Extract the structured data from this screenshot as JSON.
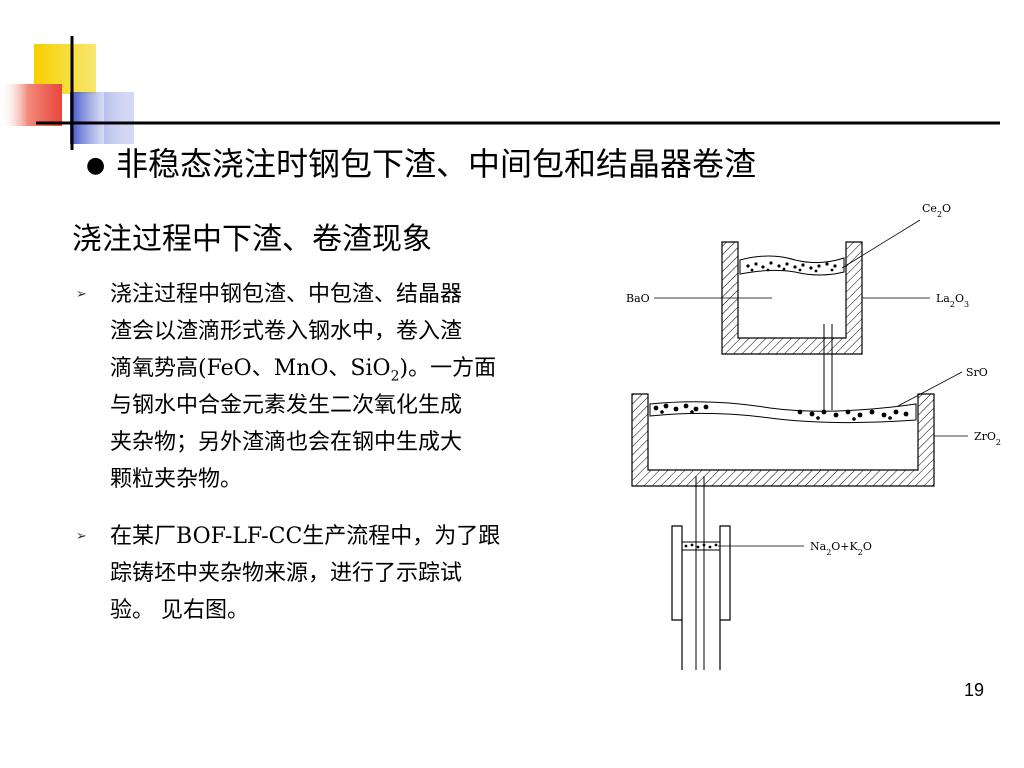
{
  "slide": {
    "title": "非稳态浇注时钢包下渣、中间包和结晶器卷渣",
    "subhead": "浇注过程中下渣、卷渣现象",
    "page_number": "19"
  },
  "bullets": [
    {
      "lines": [
        "浇注过程中钢包渣、中包渣、结晶器",
        "渣会以渣滴形式卷入钢水中，卷入渣",
        [
          "滴氧势高(FeO、MnO、SiO",
          "2",
          ")。一方面"
        ],
        "与钢水中合金元素发生二次氧化生成",
        "夹杂物；另外渣滴也会在钢中生成大",
        "颗粒夹杂物。"
      ]
    },
    {
      "lines": [
        "在某厂BOF-LF-CC生产流程中，为了跟",
        "踪铸坯中夹杂物来源，进行了示踪试",
        "验。 见右图。"
      ]
    }
  ],
  "diagram": {
    "labels": {
      "ce2o": [
        "Ce",
        "2",
        "O"
      ],
      "bao": [
        "BaO"
      ],
      "la2o3": [
        "La",
        "2",
        "O",
        "3"
      ],
      "sro": [
        "SrO"
      ],
      "zro2": [
        "ZrO",
        "2"
      ],
      "na2o_k2o": [
        "Na",
        "2",
        "O+K",
        "2",
        "O"
      ]
    }
  },
  "colors": {
    "accent_yellow": "#f5d000",
    "accent_red": "#e8453c",
    "accent_blue": "#3a4fc8",
    "rule_line": "#000000"
  }
}
